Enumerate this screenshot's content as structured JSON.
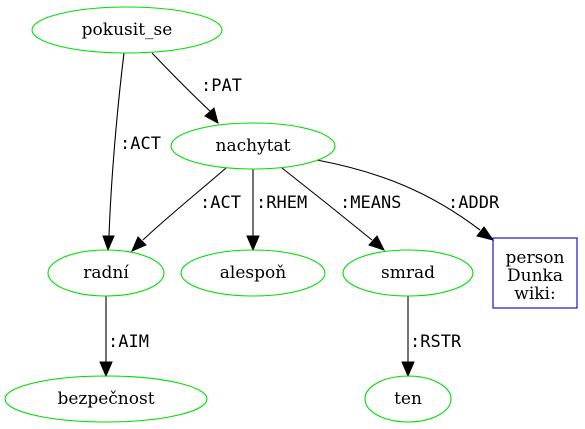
{
  "graph": {
    "nodes": [
      {
        "id": "pokusit_se",
        "label": "pokusit_se",
        "shape": "ellipse",
        "color": "#00dd00"
      },
      {
        "id": "nachytat",
        "label": "nachytat",
        "shape": "ellipse",
        "color": "#00dd00"
      },
      {
        "id": "radni",
        "label": "radní",
        "shape": "ellipse",
        "color": "#00dd00"
      },
      {
        "id": "alespon",
        "label": "alespoň",
        "shape": "ellipse",
        "color": "#00dd00"
      },
      {
        "id": "smrad",
        "label": "smrad",
        "shape": "ellipse",
        "color": "#00dd00"
      },
      {
        "id": "person",
        "label_lines": [
          "person",
          "Dunka",
          "wiki:"
        ],
        "shape": "box",
        "color": "#0000cc"
      },
      {
        "id": "bezpecnost",
        "label": "bezpečnost",
        "shape": "ellipse",
        "color": "#00dd00"
      },
      {
        "id": "ten",
        "label": "ten",
        "shape": "ellipse",
        "color": "#00dd00"
      }
    ],
    "edges": [
      {
        "from": "pokusit_se",
        "to": "nachytat",
        "label": ":PAT"
      },
      {
        "from": "pokusit_se",
        "to": "radni",
        "label": ":ACT"
      },
      {
        "from": "nachytat",
        "to": "radni",
        "label": ":ACT"
      },
      {
        "from": "nachytat",
        "to": "alespon",
        "label": ":RHEM"
      },
      {
        "from": "nachytat",
        "to": "smrad",
        "label": ":MEANS"
      },
      {
        "from": "nachytat",
        "to": "person",
        "label": ":ADDR"
      },
      {
        "from": "radni",
        "to": "bezpecnost",
        "label": ":AIM"
      },
      {
        "from": "smrad",
        "to": "ten",
        "label": ":RSTR"
      }
    ]
  }
}
